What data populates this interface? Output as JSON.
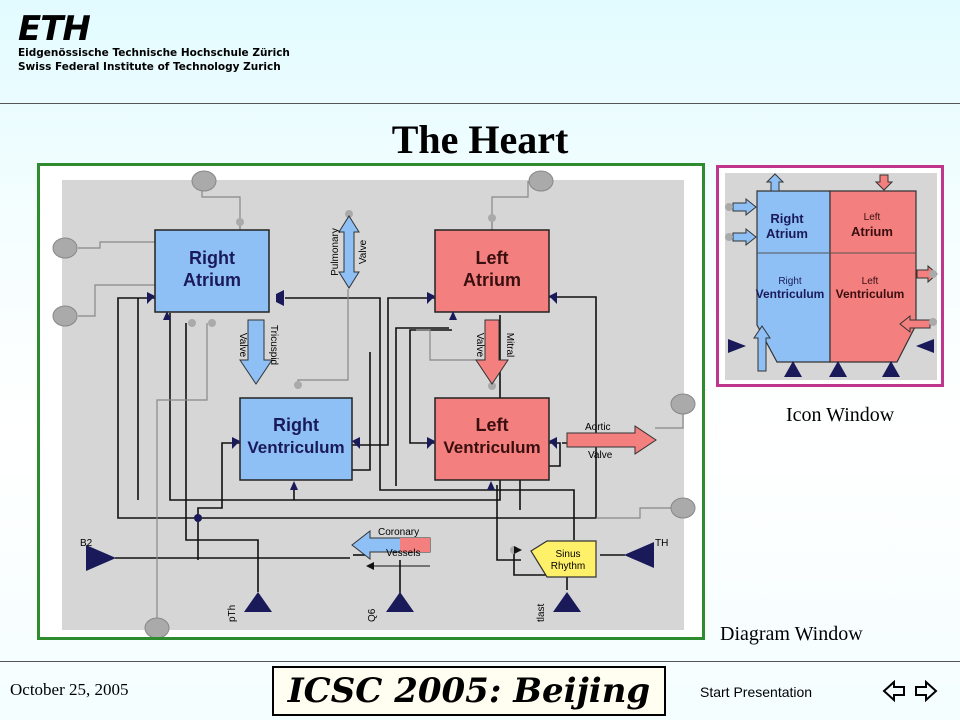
{
  "header": {
    "logo_mark": "ETH",
    "line1": "Eidgenössische Technische Hochschule Zürich",
    "line2": "Swiss Federal Institute of Technology Zurich"
  },
  "title": "The Heart",
  "diagram": {
    "caption": "Diagram Window",
    "right_atrium": [
      "Right",
      "Atrium"
    ],
    "left_atrium": [
      "Left",
      "Atrium"
    ],
    "right_ventriculum": [
      "Right",
      "Ventriculum"
    ],
    "left_ventriculum": [
      "Left",
      "Ventriculum"
    ],
    "pulmonary_valve": [
      "Pulmonary",
      "Valve"
    ],
    "tricuspid_valve": [
      "Valve",
      "Tricuspid"
    ],
    "mitral_valve": [
      "Valve",
      "Mitral"
    ],
    "aortic_valve": [
      "Aortic",
      "Valve"
    ],
    "coronary_vessels": [
      "Coronary",
      "Vessels"
    ],
    "sinus_rhythm": [
      "Sinus",
      "Rhythm"
    ],
    "ports": {
      "b2": "B2",
      "th": "TH",
      "pth": "pTh",
      "q6": "Q6",
      "tlast": "tlast"
    }
  },
  "icon_window": {
    "caption": "Icon Window",
    "right_atrium": [
      "Right",
      "Atrium"
    ],
    "left_atrium": [
      "Left",
      "Atrium"
    ],
    "right_ventriculum": [
      "Right",
      "Ventriculum"
    ],
    "left_ventriculum": [
      "Left",
      "Ventriculum"
    ]
  },
  "footer": {
    "date": "October 25, 2005",
    "conference": "ICSC 2005: Beijing",
    "start": "Start Presentation"
  },
  "colors": {
    "right_side": "#8fc0f5",
    "left_side": "#f47f7f",
    "sinus": "#fff06a",
    "diagram_border": "#2e8b2e",
    "icon_border": "#c0368c"
  }
}
